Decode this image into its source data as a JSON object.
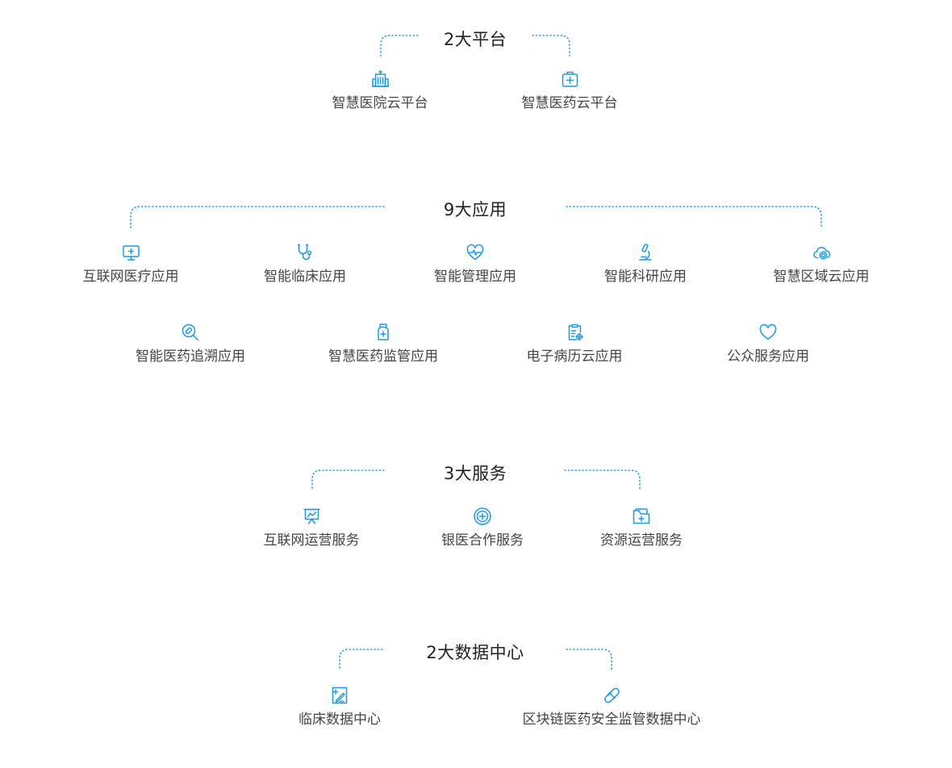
{
  "sections": [
    {
      "title": "2大平台",
      "items": [
        {
          "label": "智慧医院云平台",
          "icon": "hospital-building-icon"
        },
        {
          "label": "智慧医药云平台",
          "icon": "first-aid-kit-icon"
        }
      ]
    },
    {
      "title": "9大应用",
      "items": [
        {
          "label": "互联网医疗应用",
          "icon": "monitor-plus-icon"
        },
        {
          "label": "智能临床应用",
          "icon": "stethoscope-icon"
        },
        {
          "label": "智能管理应用",
          "icon": "heart-pulse-icon"
        },
        {
          "label": "智能科研应用",
          "icon": "microscope-icon"
        },
        {
          "label": "智慧区域云应用",
          "icon": "cloud-gear-icon"
        },
        {
          "label": "智能医药追溯应用",
          "icon": "pill-search-icon"
        },
        {
          "label": "智慧医药监管应用",
          "icon": "medicine-bottle-icon"
        },
        {
          "label": "电子病历云应用",
          "icon": "clipboard-medical-icon"
        },
        {
          "label": "公众服务应用",
          "icon": "heart-icon"
        }
      ]
    },
    {
      "title": "3大服务",
      "items": [
        {
          "label": "互联网运营服务",
          "icon": "presentation-chart-icon"
        },
        {
          "label": "银医合作服务",
          "icon": "medical-coin-icon"
        },
        {
          "label": "资源运营服务",
          "icon": "medical-folder-icon"
        }
      ]
    },
    {
      "title": "2大数据中心",
      "items": [
        {
          "label": "临床数据中心",
          "icon": "clinical-record-icon"
        },
        {
          "label": "区块链医药安全监管数据中心",
          "icon": "capsule-icon"
        }
      ]
    }
  ],
  "colors": {
    "accent": "#1a9ae6",
    "title_text": "#222222",
    "label_text": "#444444"
  }
}
